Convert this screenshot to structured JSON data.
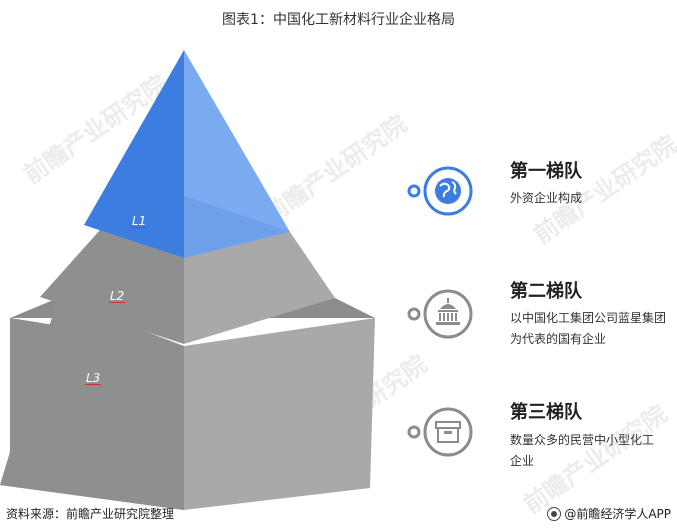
{
  "title": "图表1：中国化工新材料行业企业格局",
  "pyramid": {
    "tiers": [
      {
        "label": "L1",
        "color": "#4a86e0"
      },
      {
        "label": "L2",
        "color": "#a6a6a6"
      },
      {
        "label": "L3",
        "color": "#a6a6a6"
      }
    ]
  },
  "legend": [
    {
      "heading": "第一梯队",
      "desc": "外资企业构成",
      "icon": "globe-icon"
    },
    {
      "heading": "第二梯队",
      "desc": "以中国化工集团公司蓝星集团为代表的国有企业",
      "icon": "capitol-building-icon"
    },
    {
      "heading": "第三梯队",
      "desc": "数量众多的民营中小型化工企业",
      "icon": "box-icon"
    }
  ],
  "footer": {
    "source": "资料来源：前瞻产业研究院整理",
    "brand": "@前瞻经济学人APP"
  },
  "watermark_text": "前瞻产业研究院"
}
